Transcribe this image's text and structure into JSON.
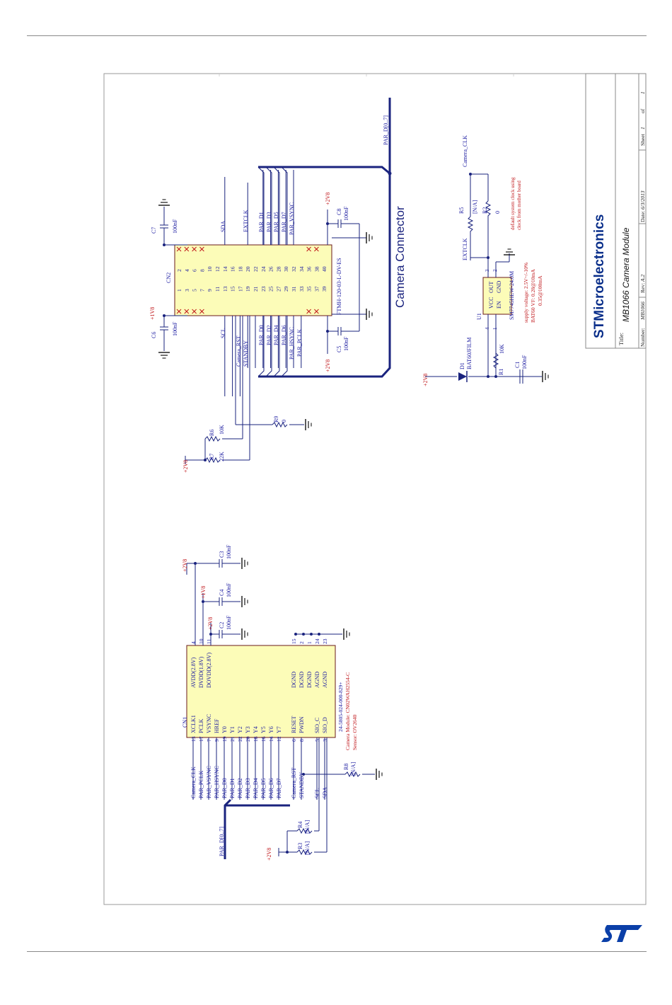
{
  "title_block": {
    "company": "STMicroelectronics",
    "title_label": "Title:",
    "title": "MB1066 Camera Module",
    "number_label": "Number:",
    "number": "MB1066",
    "rev_label": "Rev:",
    "rev": "A.2",
    "date_label": "Date:",
    "date": "6/3/2013",
    "sheet_label": "Sheet",
    "sheet": "1",
    "of_label": "of",
    "sheet_total": "1"
  },
  "cn1": {
    "ref": "CN1",
    "part": "24-5805-024-000-829+",
    "module_note": "Camera Module: CN02WAH2554-C",
    "sensor_note": "Sensor: OV2640",
    "left_pins": [
      {
        "num": "13",
        "name": "XCLK1",
        "net": "Camera_CLK"
      },
      {
        "num": "17",
        "name": "PCLK",
        "net": "PAR_PCLK"
      },
      {
        "num": "7",
        "name": "VSYNC",
        "net": "PAR_VSYNC"
      },
      {
        "num": "9",
        "name": "HREF",
        "net": "PAR_HSYNC"
      },
      {
        "num": "19",
        "name": "Y0",
        "net": "PAR_D0"
      },
      {
        "num": "21",
        "name": "Y1",
        "net": "PAR_D1"
      },
      {
        "num": "22",
        "name": "Y2",
        "net": "PAR_D2"
      },
      {
        "num": "20",
        "name": "Y3",
        "net": "PAR_D3"
      },
      {
        "num": "18",
        "name": "Y4",
        "net": "PAR_D4"
      },
      {
        "num": "16",
        "name": "Y5",
        "net": "PAR_D5"
      },
      {
        "num": "14",
        "name": "Y6",
        "net": "PAR_D6"
      },
      {
        "num": "12",
        "name": "Y7",
        "net": "PAR_D7"
      },
      {
        "num": "6",
        "name": "RESET",
        "net": "Camera_RST"
      },
      {
        "num": "8",
        "name": "PWDN",
        "net": "STANDBY"
      },
      {
        "num": "5",
        "name": "SIO_C",
        "net": "SCL"
      },
      {
        "num": "3",
        "name": "SIO_D",
        "net": "SDA"
      }
    ],
    "right_pins": [
      {
        "num": "4",
        "name": "AVDD(2.8V)"
      },
      {
        "num": "10",
        "name": "DVDD(1.8V)"
      },
      {
        "num": "11",
        "name": "DOVDD(2.8V)"
      },
      {
        "num": "15",
        "name": "DGND"
      },
      {
        "num": "2",
        "name": "DGND"
      },
      {
        "num": "1",
        "name": "DGND"
      },
      {
        "num": "24",
        "name": "AGND"
      },
      {
        "num": "23",
        "name": "AGND"
      }
    ]
  },
  "cn2": {
    "ref": "CN2",
    "part": "FTMH-120-03-L-DV-ES",
    "odd_pins": [
      "1",
      "3",
      "5",
      "7",
      "9",
      "11",
      "13",
      "15",
      "17",
      "19",
      "21",
      "23",
      "25",
      "27",
      "29",
      "31",
      "33",
      "35",
      "37",
      "39"
    ],
    "even_pins": [
      "2",
      "4",
      "6",
      "8",
      "10",
      "12",
      "14",
      "16",
      "18",
      "20",
      "22",
      "24",
      "26",
      "28",
      "30",
      "32",
      "34",
      "36",
      "38",
      "40"
    ],
    "odd_nets": [
      "SCL",
      "Camera_RST",
      "STANDBY",
      "PAR_D0",
      "PAR_D2",
      "PAR_D4",
      "PAR_D6",
      "PAR_HSYNC",
      "PAR_PCLK"
    ],
    "even_nets": [
      "SDA",
      "EXTCLK",
      "PAR_D1",
      "PAR_D3",
      "PAR_D5",
      "PAR_D7",
      "PAR_VSYNC"
    ]
  },
  "bus_label": "PAR_D[0..7]",
  "section_label": "Camera Connector",
  "rails": {
    "v28": "+2V8",
    "v18": "+1V8"
  },
  "passives": {
    "C2": {
      "ref": "C2",
      "value": "100nF"
    },
    "C3": {
      "ref": "C3",
      "value": "100nF"
    },
    "C4": {
      "ref": "C4",
      "value": "100nF"
    },
    "C5": {
      "ref": "C5",
      "value": "100nF"
    },
    "C6": {
      "ref": "C6",
      "value": "100nF"
    },
    "C7": {
      "ref": "C7",
      "value": "100nF"
    },
    "C8": {
      "ref": "C8",
      "value": "100nF"
    },
    "C1": {
      "ref": "C1",
      "value": "100nF"
    },
    "R1": {
      "ref": "R1",
      "value": "10K"
    },
    "R2": {
      "ref": "R2",
      "value": "0"
    },
    "R3": {
      "ref": "R3",
      "value": "[N/A]"
    },
    "R4": {
      "ref": "R4",
      "value": "[N/A]"
    },
    "R5": {
      "ref": "R5",
      "value": "[N/A]"
    },
    "R6": {
      "ref": "R6",
      "value": "10K"
    },
    "R7": {
      "ref": "R7",
      "value": "22K"
    },
    "R8": {
      "ref": "R8",
      "value": "[N/A]"
    },
    "R9": {
      "ref": "R9",
      "value": "0"
    }
  },
  "diode": {
    "ref": "D1",
    "part": "BAT60JFILM"
  },
  "oscillator": {
    "ref": "U1",
    "part": "SM7745HEW-24.0M",
    "pins": [
      {
        "num": "4",
        "name": "VCC"
      },
      {
        "num": "1",
        "name": "EN"
      },
      {
        "num": "3",
        "name": "OUT"
      },
      {
        "num": "2",
        "name": "GND"
      }
    ],
    "notes": [
      "supply voltage: 2.5V~/-10%",
      "BAT60 VF: 0.28@10mA",
      "0.35@100mA"
    ]
  },
  "clock_nets": {
    "camera_clk": "Camera_CLK",
    "extclk": "EXTCLK"
  },
  "clock_note": [
    "default system clock using",
    "clock from mother board"
  ],
  "colors": {
    "wire": "#1a237e",
    "text_blue": "#1a1aa0",
    "text_red": "#c0181c",
    "component_fill": "#fcfcb8",
    "grid": "#c8c8c8",
    "st_blue": "#0b3fa8"
  }
}
